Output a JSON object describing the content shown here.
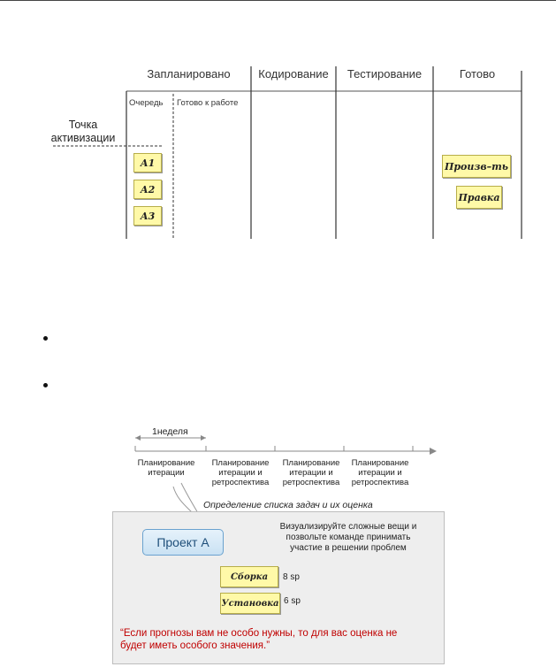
{
  "kanban": {
    "columns": [
      "Запланировано",
      "Кодирование",
      "Тестирование",
      "Готово"
    ],
    "subcolumns": [
      "Очередь",
      "Готово к работе"
    ],
    "trigger_label_line1": "Точка",
    "trigger_label_line2": "активизации",
    "queue_cards": [
      "А1",
      "А2",
      "А3"
    ],
    "done_cards": [
      "Произв–ть",
      "Правка"
    ]
  },
  "timeline": {
    "duration_label": "1неделя",
    "phases": [
      [
        "Планирование",
        "итерации"
      ],
      [
        "Планирование",
        "итерации и",
        "ретроспектива"
      ],
      [
        "Планирование",
        "итерации и",
        "ретроспектива"
      ],
      [
        "Планирование",
        "итерации и",
        "ретроспектива"
      ]
    ],
    "definition": "Определение списка задач и их оценка"
  },
  "panel": {
    "project": "Проект А",
    "visualize_lines": [
      "Визуализируйте сложные вещи и",
      "позвольте команде принимать",
      "участие в решении проблем"
    ],
    "tasks": [
      {
        "name": "Сборка",
        "points": "8 sp"
      },
      {
        "name": "Установка",
        "points": "6 sp"
      }
    ],
    "quote_line1": "“Если прогнозы вам не особо нужны, то для вас оценка не",
    "quote_line2": "будет иметь особого значения.”"
  }
}
